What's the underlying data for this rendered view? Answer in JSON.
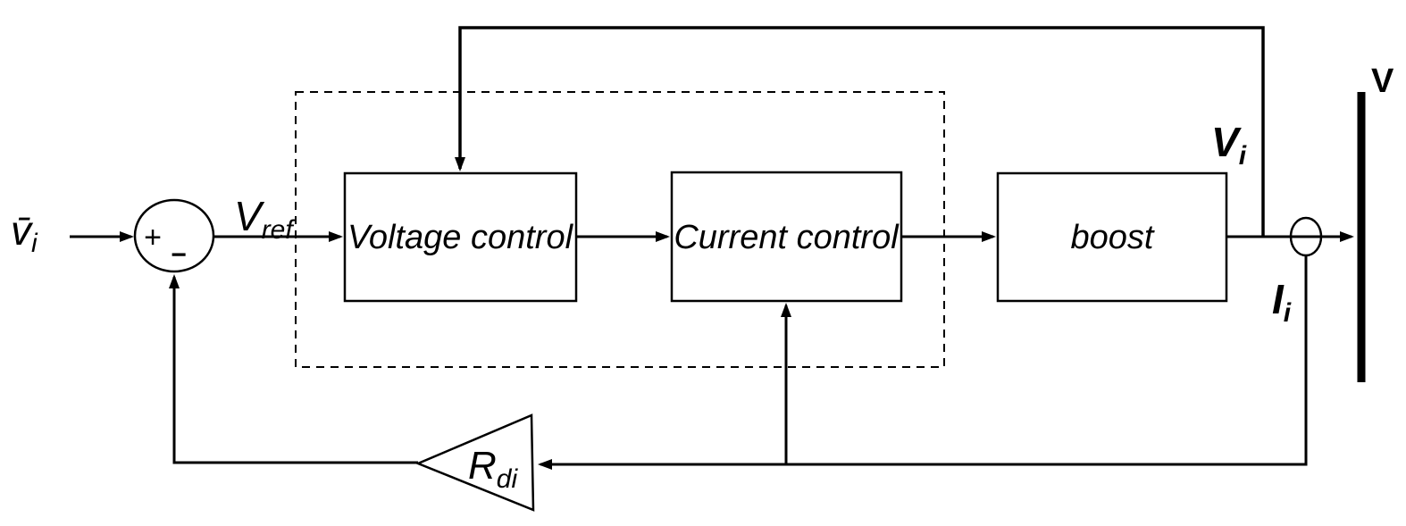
{
  "diagram": {
    "background": "#ffffff",
    "stroke_color": "#000000",
    "blocks": {
      "voltage_control": "Voltage control",
      "current_control": "Current control",
      "boost": "boost"
    },
    "summing_junction": {
      "plus": "+",
      "minus": "−"
    },
    "labels": {
      "input": {
        "main": "v̄",
        "sub": "i"
      },
      "vref": {
        "main": "V",
        "sub": "ref"
      },
      "vi": {
        "main": "V",
        "sub": "i"
      },
      "ii": {
        "main": "I",
        "sub": "i"
      },
      "bus": "V",
      "gain": {
        "main": "R",
        "sub": "di"
      }
    }
  }
}
